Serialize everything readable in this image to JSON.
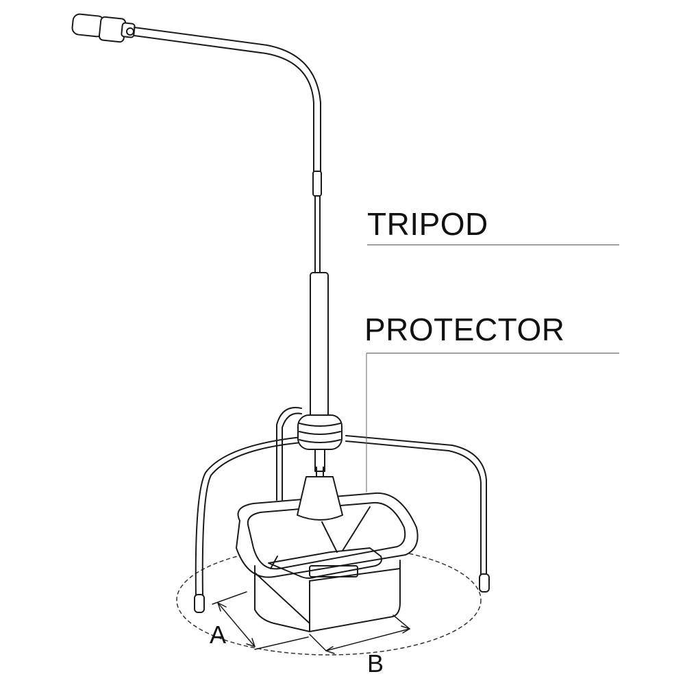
{
  "labels": {
    "tripod": "TRIPOD",
    "protector": "PROTECTOR",
    "dim_a": "A",
    "dim_b": "B"
  },
  "colors": {
    "line": "#1a1a1a",
    "background": "#ffffff",
    "dashed": "#333333"
  }
}
